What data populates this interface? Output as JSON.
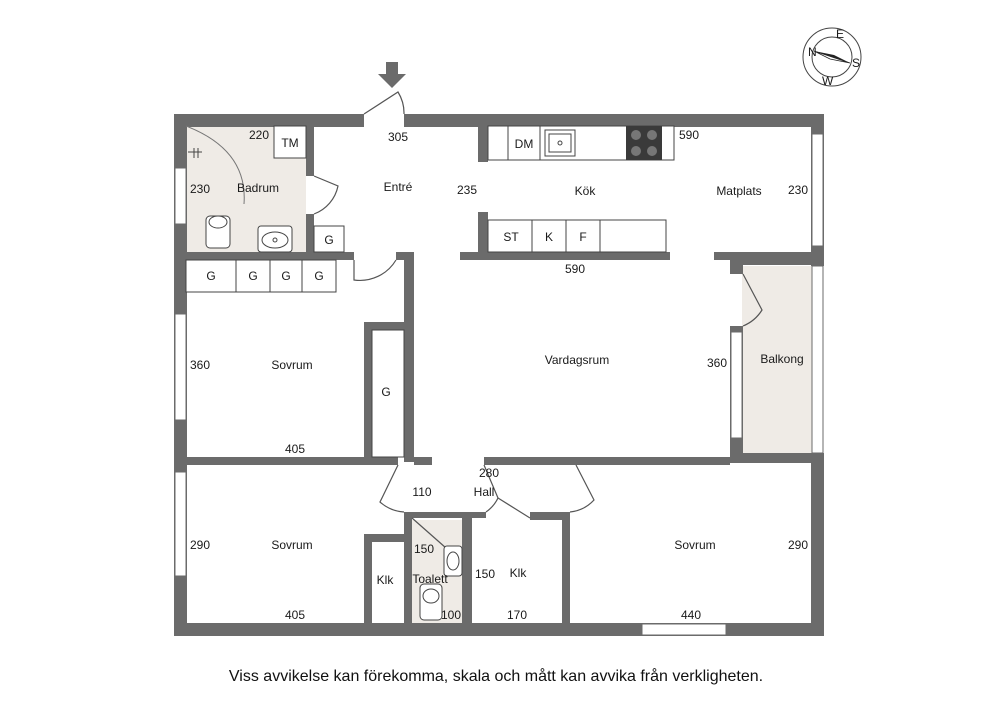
{
  "colors": {
    "wall": "#6b6b6b",
    "wet_floor": "#efebe6",
    "balcony_floor": "#efebe6",
    "fixture": "#444444"
  },
  "rooms": {
    "badrum": "Badrum",
    "entre": "Entré",
    "kok": "Kök",
    "matplats": "Matplats",
    "sovrum_top": "Sovrum",
    "vardagsrum": "Vardagsrum",
    "balkong": "Balkong",
    "hall": "Hall",
    "sovrum_left": "Sovrum",
    "klk_left": "Klk",
    "toalett": "Toalett",
    "klk_mid": "Klk",
    "sovrum_right": "Sovrum"
  },
  "fixtures": {
    "tm": "TM",
    "dm": "DM",
    "st": "ST",
    "k": "K",
    "f": "F",
    "g_entre": "G",
    "g1": "G",
    "g2": "G",
    "g3": "G",
    "g4": "G",
    "g_closet": "G"
  },
  "dims": {
    "d220": "220",
    "d305": "305",
    "d590_top": "590",
    "d230_left": "230",
    "d235": "235",
    "d230_right": "230",
    "d590_mid": "590",
    "d360_left": "360",
    "d360_right": "360",
    "d405_top": "405",
    "d280": "280",
    "d110": "110",
    "d290_left": "290",
    "d150_a": "150",
    "d150_b": "150",
    "d290_right": "290",
    "d405_bot": "405",
    "d100": "100",
    "d170": "170",
    "d440": "440"
  },
  "compass": {
    "n": "N",
    "e": "E",
    "s": "S",
    "w": "W"
  },
  "disclaimer": "Viss avvikelse kan förekomma, skala och mått kan avvika från verkligheten."
}
